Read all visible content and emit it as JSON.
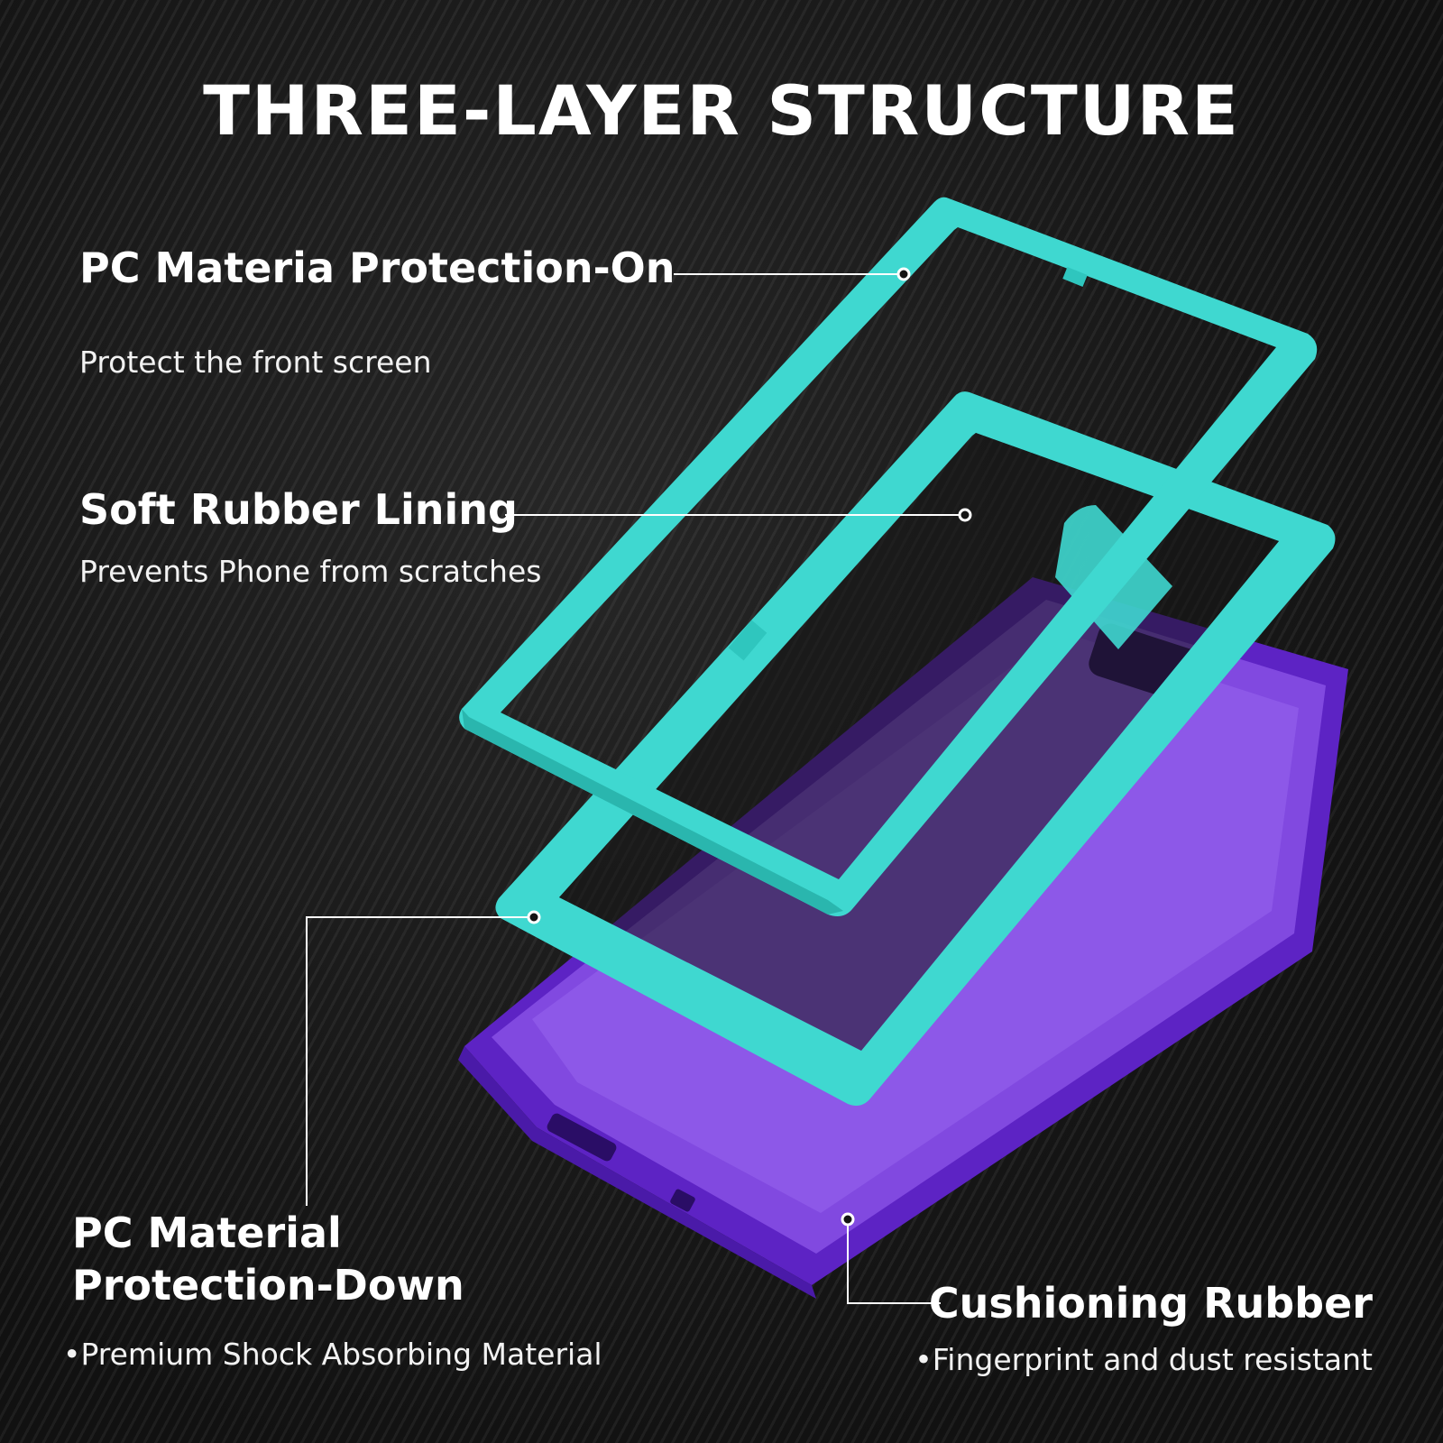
{
  "title": "THREE-LAYER STRUCTURE",
  "colors": {
    "background": "#141414",
    "frame_teal": "#3fd8d0",
    "case_purple": "#7b3fe4",
    "text": "#ffffff"
  },
  "callouts": [
    {
      "id": "pc-top",
      "heading": "PC Materia Protection-On",
      "description": "Protect the front screen"
    },
    {
      "id": "soft-rubber",
      "heading": "Soft Rubber Lining",
      "description": "Prevents Phone from scratches"
    },
    {
      "id": "pc-bottom",
      "heading_line1": "PC Material",
      "heading_line2": "Protection-Down",
      "description": "•Premium Shock Absorbing Material"
    },
    {
      "id": "cushion",
      "heading": "Cushioning Rubber",
      "description": "•Fingerprint and dust resistant"
    }
  ]
}
